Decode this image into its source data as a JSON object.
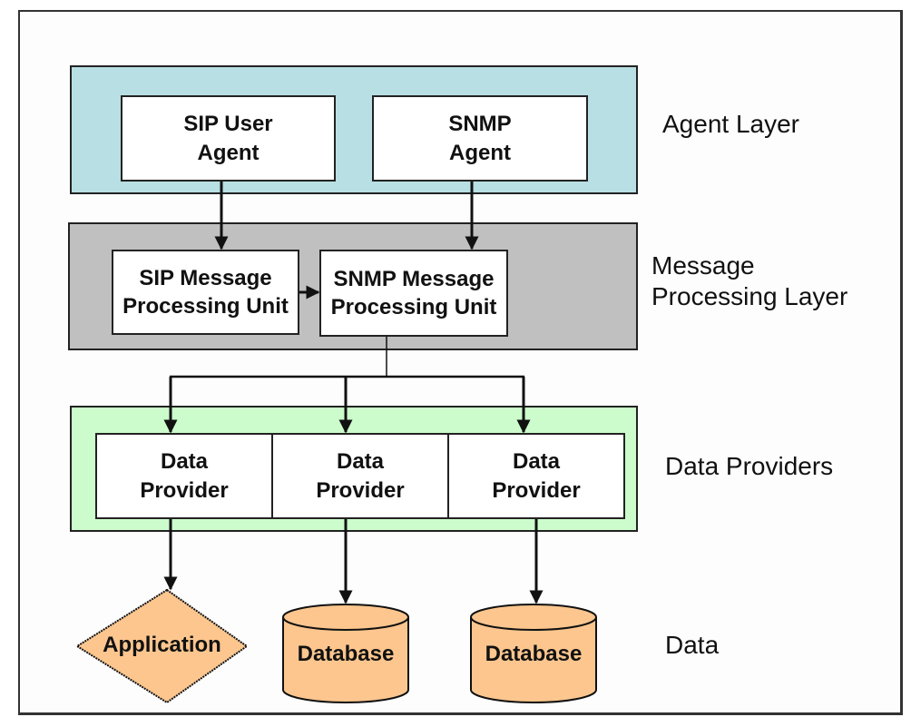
{
  "diagram": {
    "colors": {
      "agent_layer_fill": "#b8dfe3",
      "message_layer_fill": "#c0c0c0",
      "data_providers_fill": "#ccfccc",
      "data_shape_fill": "#fcc68e",
      "line": "#111111"
    },
    "layers": {
      "agent": {
        "label": "Agent Layer",
        "boxes": [
          "SIP User\nAgent",
          "SNMP\nAgent"
        ]
      },
      "message": {
        "label": "Message\nProcessing Layer",
        "boxes": [
          "SIP Message\nProcessing Unit",
          "SNMP Message\nProcessing Unit"
        ]
      },
      "data_providers": {
        "label": "Data Providers",
        "cells": [
          "Data\nProvider",
          "Data\nProvider",
          "Data\nProvider"
        ]
      },
      "data": {
        "label": "Data",
        "items": [
          {
            "shape": "diamond",
            "label": "Application"
          },
          {
            "shape": "cylinder",
            "label": "Database"
          },
          {
            "shape": "cylinder",
            "label": "Database"
          }
        ]
      }
    }
  }
}
